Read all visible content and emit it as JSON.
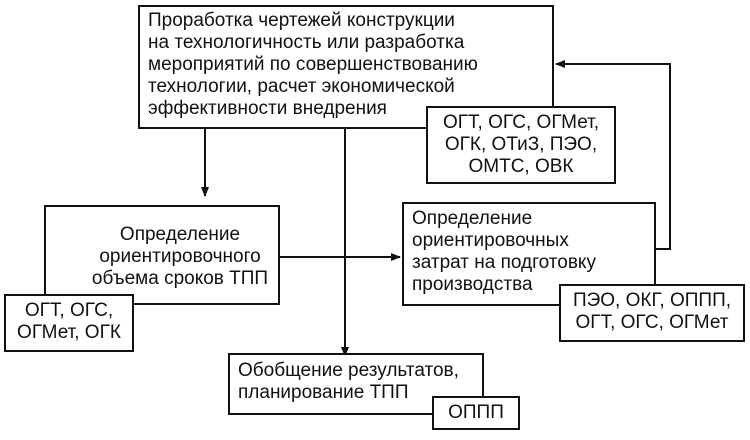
{
  "nodes": {
    "design_review": {
      "lines": [
        "Проработка чертежей конструкции",
        "на технологичность или разработка",
        "мероприятий по совершенствованию",
        "технологии, расчет экономической",
        "эффективности внедрения"
      ],
      "depts": [
        "ОГТ, ОГС, ОГМет,",
        "ОГК, ОТиЗ, ПЭО,",
        "ОМТС, ОВК"
      ]
    },
    "timing": {
      "lines": [
        "Определение",
        "ориентировочного",
        "объема сроков ТПП"
      ],
      "depts": [
        "ОГТ, ОГС,",
        "ОГМет, ОГК"
      ]
    },
    "costs": {
      "lines": [
        "Определение",
        "ориентировочных",
        "затрат на подготовку",
        "производства"
      ],
      "depts": [
        "ПЭО, ОКГ, ОППП,",
        "ОГТ, ОГС, ОГМет"
      ]
    },
    "summary": {
      "lines": [
        "Обобщение результатов,",
        "планирование ТПП"
      ],
      "depts": [
        "ОППП"
      ]
    }
  }
}
